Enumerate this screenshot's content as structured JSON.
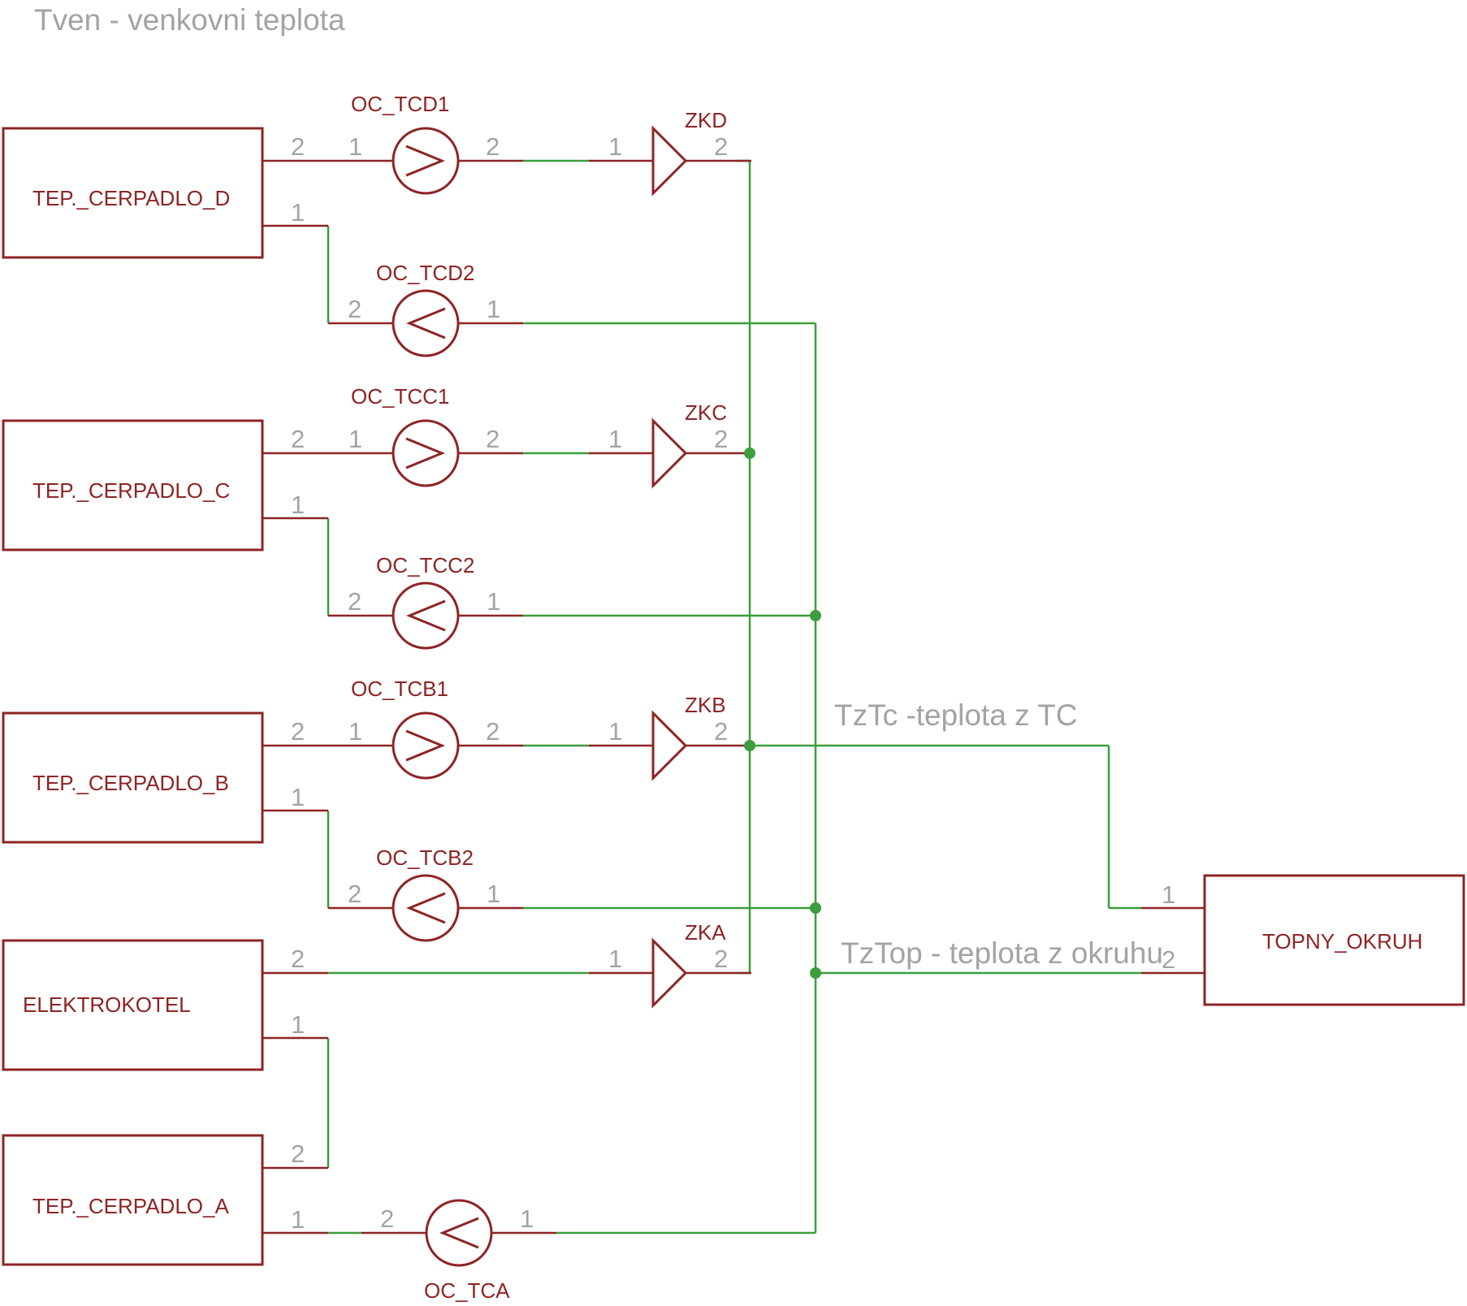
{
  "title": "Tven - venkovni teplota",
  "net_labels": {
    "tztc": "TzTc -teplota z TC",
    "tztop": "TzTop - teplota z okruhu"
  },
  "blocks": {
    "tep_cerpadlo_d": "TEP._CERPADLO_D",
    "tep_cerpadlo_c": "TEP._CERPADLO_C",
    "tep_cerpadlo_b": "TEP._CERPADLO_B",
    "elektrokotel": "ELEKTROKOTEL",
    "tep_cerpadlo_a": "TEP._CERPADLO_A",
    "topny_okruh": "TOPNY_OKRUH"
  },
  "sensors": {
    "oc_tcd1": "OC_TCD1",
    "oc_tcd2": "OC_TCD2",
    "oc_tcc1": "OC_TCC1",
    "oc_tcc2": "OC_TCC2",
    "oc_tcb1": "OC_TCB1",
    "oc_tcb2": "OC_TCB2",
    "oc_tca": "OC_TCA"
  },
  "valves": {
    "zkd": "ZKD",
    "zkc": "ZKC",
    "zkb": "ZKB",
    "zka": "ZKA"
  },
  "pins": {
    "one": "1",
    "two": "2"
  },
  "colors": {
    "component": "#8e2424",
    "wire": "#3c9e3c",
    "label": "#a3a3a3"
  }
}
